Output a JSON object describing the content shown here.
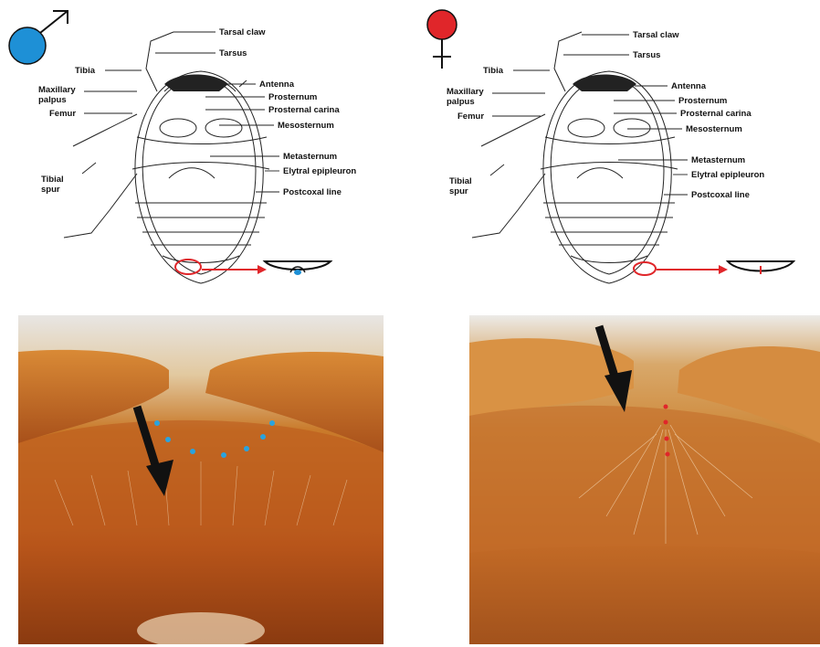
{
  "labels": {
    "tarsal_claw": "Tarsal claw",
    "tarsus": "Tarsus",
    "tibia": "Tibia",
    "antenna": "Antenna",
    "maxillary_palpus_1": "Maxillary",
    "maxillary_palpus_2": "palpus",
    "prosternum": "Prosternum",
    "femur": "Femur",
    "prosternal_carina": "Prosternal carina",
    "mesosternum": "Mesosternum",
    "metasternum": "Metasternum",
    "tibial_spur_1": "Tibial",
    "tibial_spur_2": "spur",
    "elytral_epipleuron": "Elytral epipleuron",
    "postcoxal_line": "Postcoxal line"
  },
  "symbols": {
    "male": {
      "icon": "male-symbol-icon",
      "color": "#1e90d6"
    },
    "female": {
      "icon": "female-symbol-icon",
      "color": "#e0262a"
    }
  },
  "colors": {
    "highlight_male": "#29a3df",
    "highlight_female": "#e0262a",
    "arrow": "#111111"
  }
}
